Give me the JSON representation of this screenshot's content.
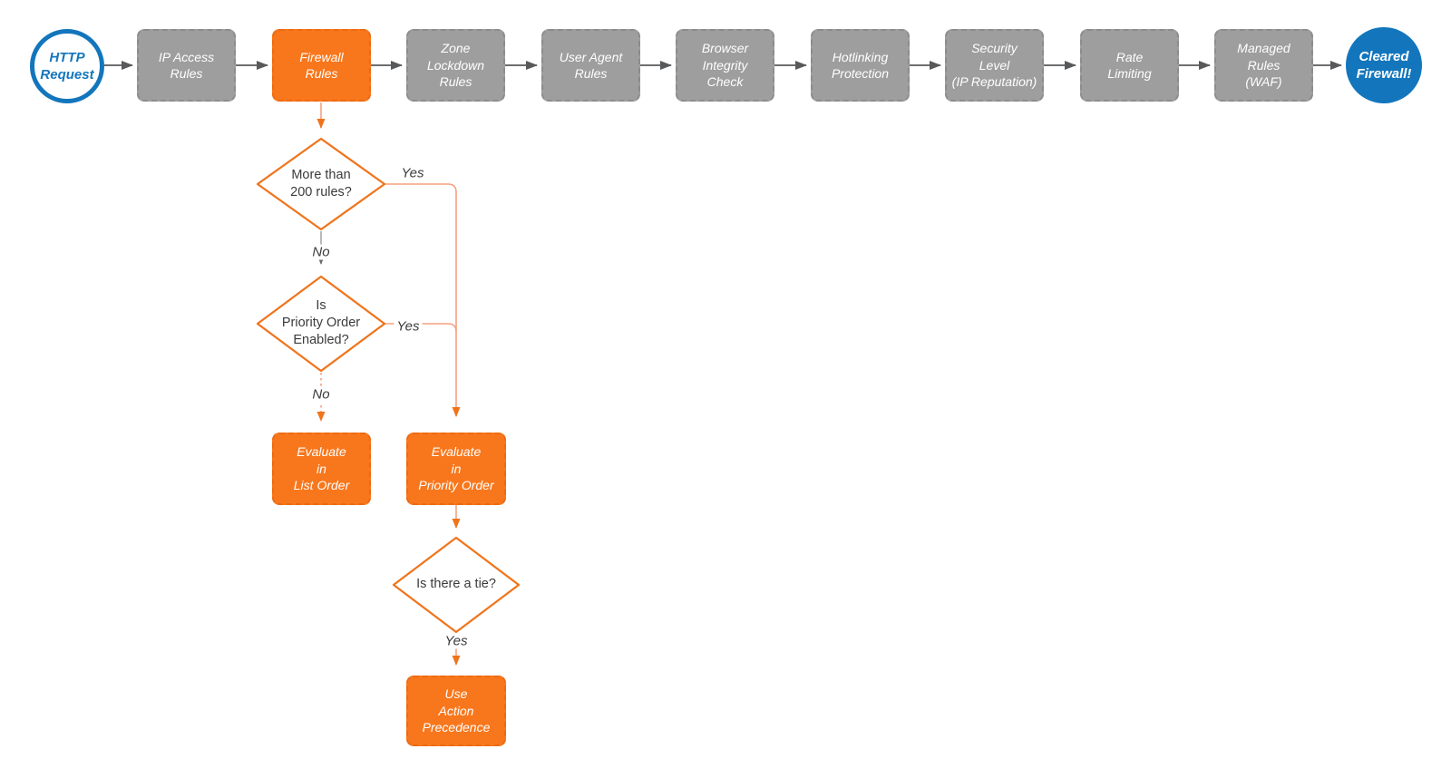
{
  "colors": {
    "accent_orange": "#F8771C",
    "orange_stroke": "#F0731A",
    "light_orange_line": "#F5A180",
    "step_gray": "#9E9E9E",
    "brand_blue": "#1376BC",
    "arrow_gray": "#58595B",
    "text_dark": "#3B3B3B"
  },
  "pipeline": [
    {
      "label": "HTTP\nRequest",
      "type": "start"
    },
    {
      "label": "IP Access\nRules",
      "type": "step"
    },
    {
      "label": "Firewall\nRules",
      "type": "step-highlighted"
    },
    {
      "label": "Zone\nLockdown\nRules",
      "type": "step"
    },
    {
      "label": "User Agent\nRules",
      "type": "step"
    },
    {
      "label": "Browser\nIntegrity\nCheck",
      "type": "step"
    },
    {
      "label": "Hotlinking\nProtection",
      "type": "step"
    },
    {
      "label": "Security\nLevel\n(IP Reputation)",
      "type": "step"
    },
    {
      "label": "Rate\nLimiting",
      "type": "step"
    },
    {
      "label": "Managed\nRules\n(WAF)",
      "type": "step"
    },
    {
      "label": "Cleared\nFirewall!",
      "type": "end"
    }
  ],
  "branch": {
    "decision_rules_count": {
      "label": "More than\n200 rules?",
      "yes": "Yes",
      "no": "No"
    },
    "decision_priority_order": {
      "label": "Is\nPriority Order\nEnabled?",
      "yes": "Yes",
      "no": "No"
    },
    "decision_tie": {
      "label": "Is there a tie?",
      "yes": "Yes"
    },
    "action_evaluate_list": {
      "label": "Evaluate\nin\nList Order"
    },
    "action_evaluate_priority": {
      "label": "Evaluate\nin\nPriority Order"
    },
    "action_use_precedence": {
      "label": "Use\nAction\nPrecedence"
    }
  }
}
